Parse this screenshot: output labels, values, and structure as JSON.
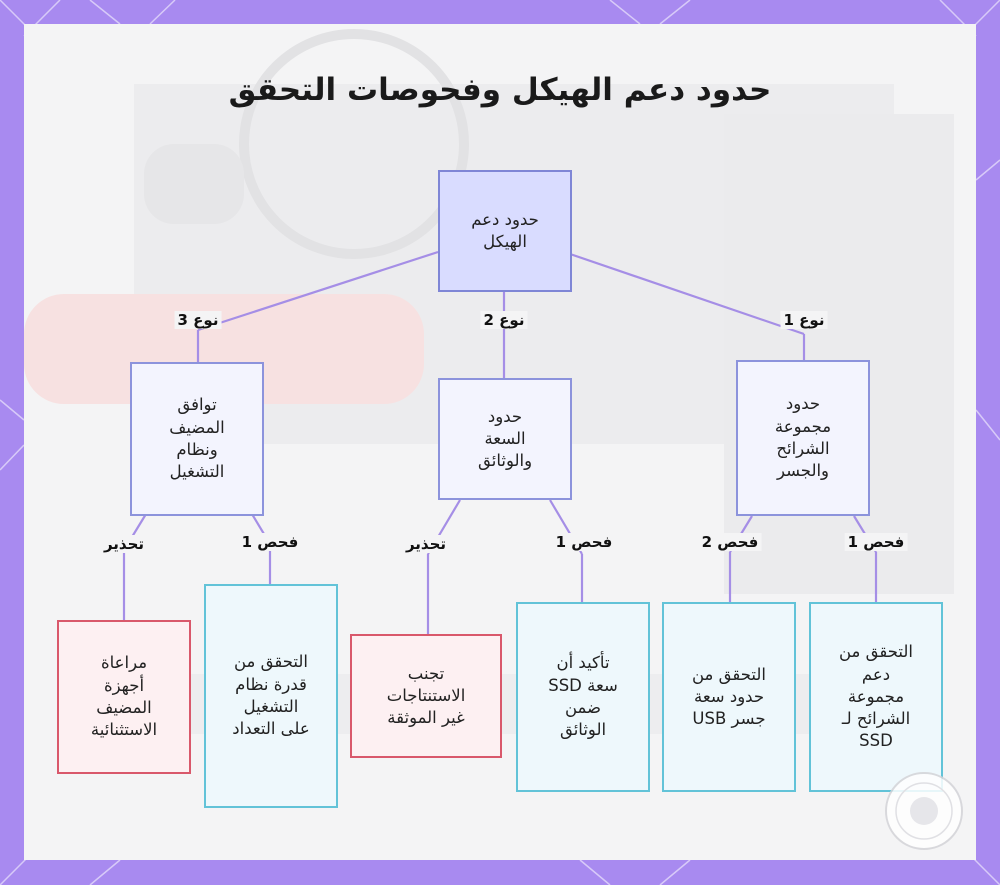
{
  "title": "حدود دعم الهيكل وفحوصات التحقق",
  "nodes": {
    "root": "حدود دعم\nالهيكل",
    "type1": "حدود\nمجموعة\nالشرائح\nوالجسر",
    "type2": "حدود\nالسعة\nوالوثائق",
    "type3": "توافق\nالمضيف\nونظام\nالتشغيل",
    "check_chipset": "التحقق من\nدعم\nمجموعة\nالشرائح لـ\nSSD",
    "check_usb": "التحقق من\nحدود سعة\nجسر USB",
    "check_capacity": "تأكيد أن\nسعة SSD\nضمن\nالوثائق",
    "warn_inference": "تجنب\nالاستنتاجات\nغير الموثقة",
    "check_os": "التحقق من\nقدرة نظام\nالتشغيل\nعلى التعداد",
    "warn_host": "مراعاة\nأجهزة\nالمضيف\nالاستثنائية"
  },
  "edge_labels": {
    "type1": "نوع 1",
    "type2": "نوع 2",
    "type3": "نوع 3",
    "t1_check1": "فحص 1",
    "t1_check2": "فحص 2",
    "t2_check1": "فحص 1",
    "t2_warning": "تحذير",
    "t3_check1": "فحص 1",
    "t3_warning": "تحذير"
  },
  "colors": {
    "frame": "#a88af0",
    "edge": "#a58ee6",
    "root_fill": "#d9dcff",
    "check_border": "#62c3d8",
    "warning_border": "#d9586b"
  }
}
